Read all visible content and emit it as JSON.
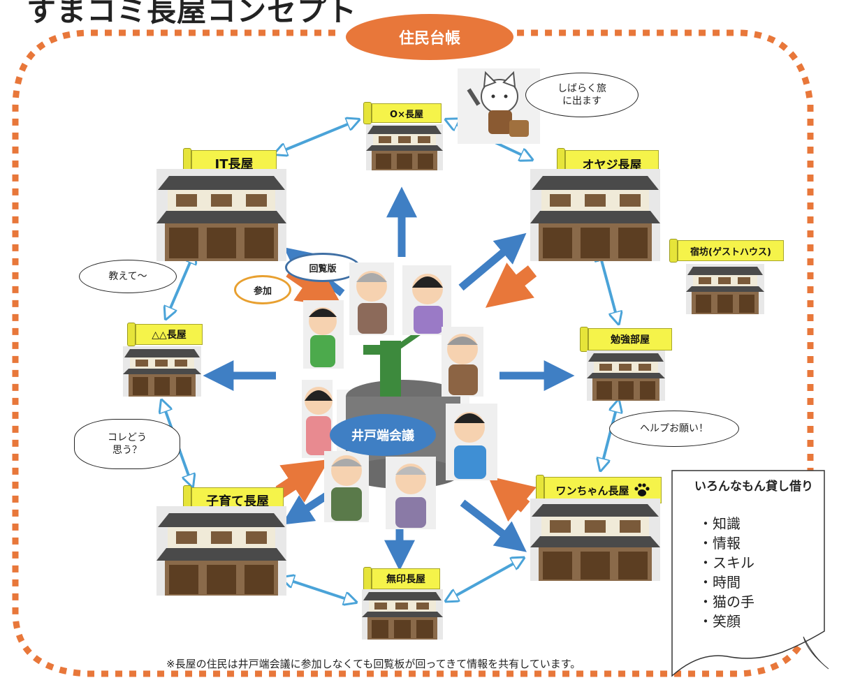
{
  "title": "すまコミ長屋コンセプト",
  "registry_label": "住民台帳",
  "well_meeting_label": "井戸端会議",
  "circulation_label": "回覧版",
  "participate_label": "参加",
  "houses": {
    "ox": "O×長屋",
    "it": "IT長屋",
    "oyaji": "オヤジ長屋",
    "guesthouse": "宿坊(ゲストハウス)",
    "triangle": "△△長屋",
    "study": "勉強部屋",
    "kosodate": "子育て長屋",
    "wanchan": "ワンちゃん長屋",
    "mujirushi": "無印長屋"
  },
  "bubbles": {
    "travel": "しばらく旅\nに出ます",
    "teach": "教えて～",
    "think": "コレどう\n思う？",
    "help": "ヘルプお願い！"
  },
  "lending": {
    "title": "いろんなもん貸し借り",
    "items": [
      "・知識",
      "・情報",
      "・スキル",
      "・時間",
      "・猫の手",
      "・笑顔"
    ]
  },
  "footnote": "※長屋の住民は井戸端会議に参加しなくても回覧板が回ってきて情報を共有しています。",
  "colors": {
    "frame": "#e8773a",
    "sign": "#f5f34a",
    "arrow_blue": "#3f7fc4",
    "arrow_orange": "#e8773a",
    "double_arrow": "#4aa3d8"
  }
}
